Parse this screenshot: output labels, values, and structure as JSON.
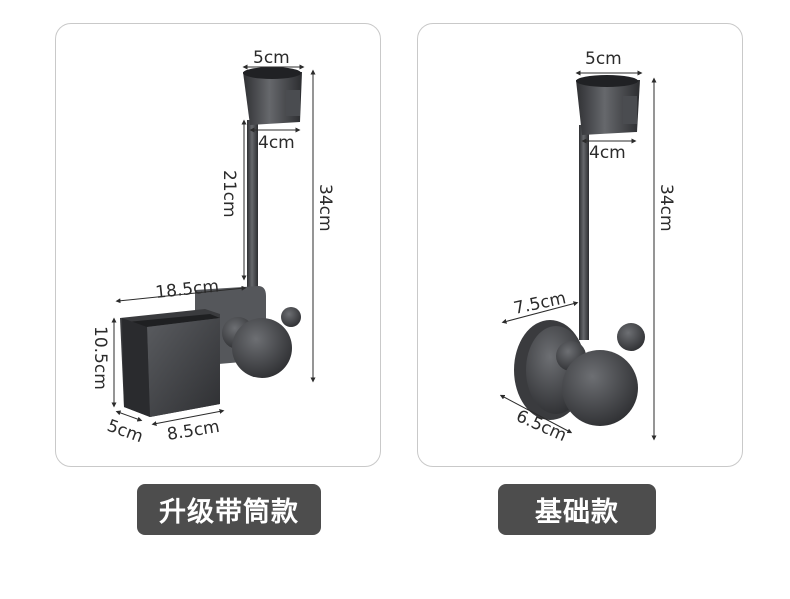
{
  "variants": [
    {
      "label": "升级带筒款",
      "dimensions": {
        "cup_top": "5cm",
        "cup_bottom": "4cm",
        "rod_length": "21cm",
        "total_height": "34cm",
        "arm_length": "18.5cm",
        "box_height": "10.5cm",
        "box_depth": "5cm",
        "box_width": "8.5cm"
      }
    },
    {
      "label": "基础款",
      "dimensions": {
        "cup_top": "5cm",
        "cup_bottom": "4cm",
        "total_height": "34cm",
        "base_diameter": "7.5cm",
        "knob_diameter": "6.5cm"
      }
    }
  ],
  "colors": {
    "product_dark": "#3c3d40",
    "product_mid": "#55575b",
    "product_light": "#7a7c80",
    "label_background": "#4d4d4d",
    "panel_border": "#c9c9c9"
  }
}
